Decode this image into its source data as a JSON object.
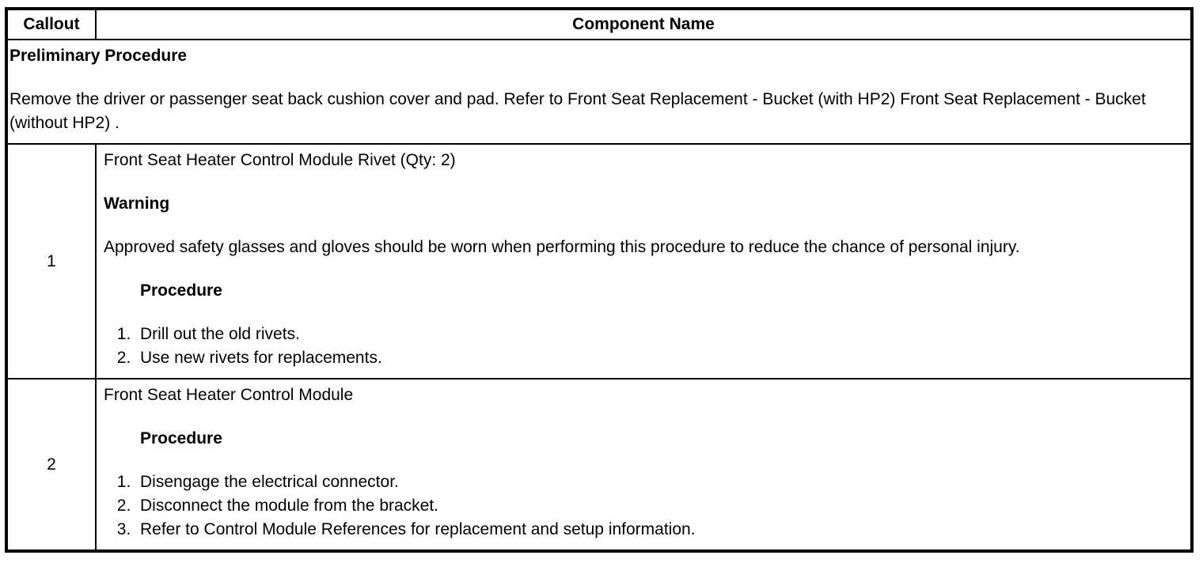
{
  "page": {
    "background_color": "#ffffff",
    "border_color": "#000000",
    "text_color": "#000000"
  },
  "table": {
    "header": {
      "callout_label": "Callout",
      "component_label": "Component Name"
    },
    "preliminary": {
      "title": "Preliminary Procedure",
      "body": "Remove the driver or passenger seat back cushion cover and pad. Refer to Front Seat Replacement - Bucket (with HP2) Front Seat Replacement - Bucket (without HP2) ."
    },
    "rows": [
      {
        "callout": "1",
        "component_name": "Front Seat Heater Control Module Rivet (Qty: 2)",
        "warning_title": "Warning",
        "warning_body": "Approved safety glasses and gloves should be worn when performing this procedure to reduce the chance of personal injury.",
        "procedure_title": "Procedure",
        "steps": [
          "Drill out the old rivets.",
          "Use new rivets for replacements."
        ]
      },
      {
        "callout": "2",
        "component_name": "Front Seat Heater Control Module",
        "procedure_title": "Procedure",
        "steps": [
          "Disengage the electrical connector.",
          "Disconnect the module from the bracket.",
          "Refer to Control Module References for replacement and setup information."
        ]
      }
    ]
  }
}
